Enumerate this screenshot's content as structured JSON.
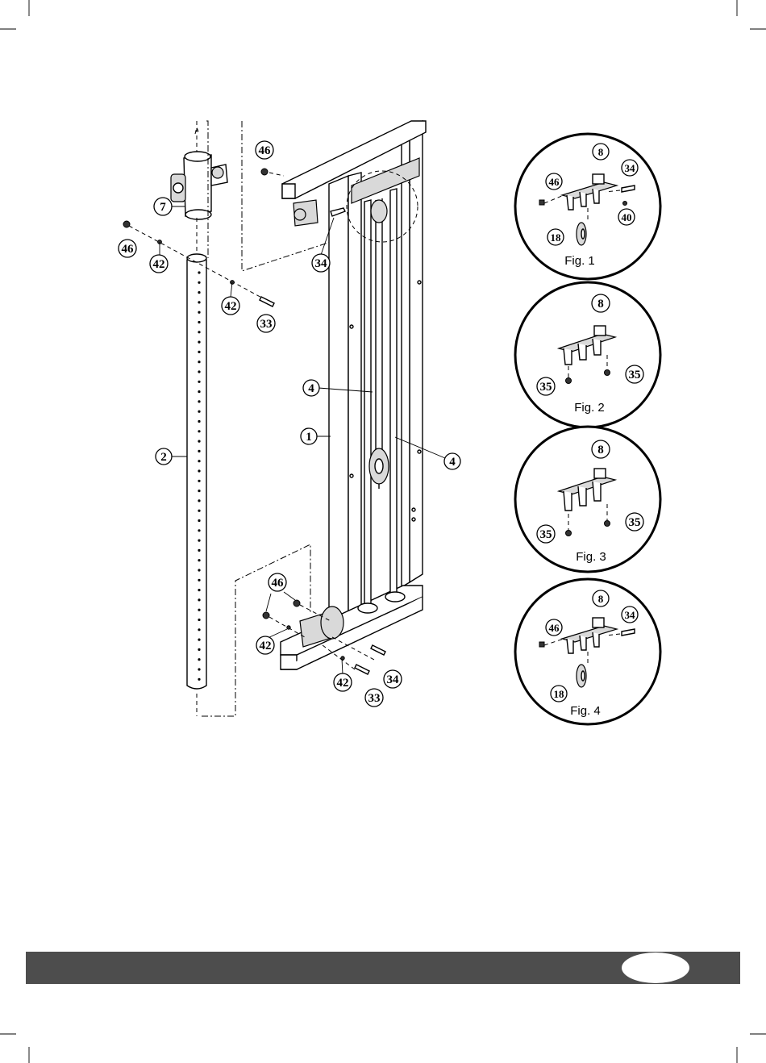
{
  "labels": {
    "l46a": "46",
    "l46b": "46",
    "l46c": "46",
    "l7": "7",
    "l42a": "42",
    "l42b": "42",
    "l42c": "42",
    "l42d": "42",
    "l33a": "33",
    "l33b": "33",
    "l34a": "34",
    "l34b": "34",
    "l2": "2",
    "l1": "1",
    "l4a": "4",
    "l4b": "4"
  },
  "figures": [
    {
      "caption": "Fig. 1",
      "labels": {
        "l8": "8",
        "l34": "34",
        "l46": "46",
        "l40": "40",
        "l18": "18"
      }
    },
    {
      "caption": "Fig. 2",
      "labels": {
        "l8": "8",
        "l35a": "35",
        "l35b": "35"
      }
    },
    {
      "caption": "Fig. 3",
      "labels": {
        "l8": "8",
        "l35a": "35",
        "l35b": "35"
      }
    },
    {
      "caption": "Fig. 4",
      "labels": {
        "l8": "8",
        "l34": "34",
        "l46": "46",
        "l18": "18"
      }
    }
  ],
  "footer": {
    "bar_color": "#4d4d4d",
    "page_number": ""
  }
}
